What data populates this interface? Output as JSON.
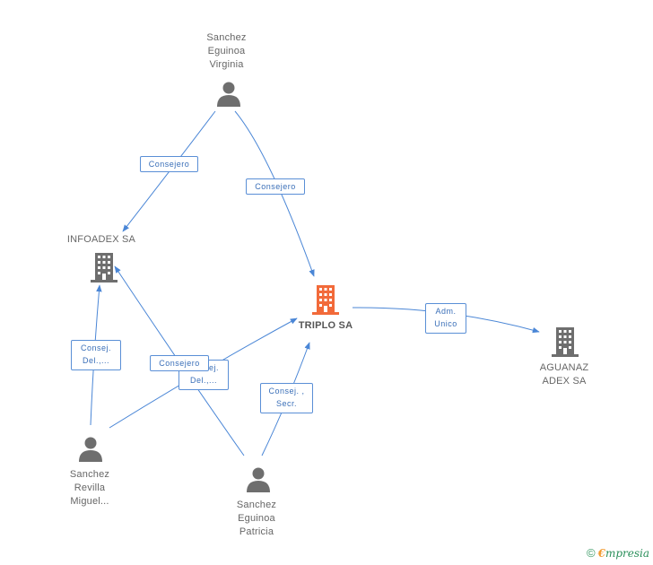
{
  "colors": {
    "edge": "#4a86d6",
    "person_icon": "#6e6e6e",
    "building_icon": "#6e6e6e",
    "main_building_icon": "#f26a3a"
  },
  "nodes": {
    "sanchez_eguinoa_virginia": {
      "label": "Sanchez\nEguinoa\nVirginia",
      "icon": "person-icon"
    },
    "infoadex_sa": {
      "label": "INFOADEX SA",
      "icon": "building-icon"
    },
    "triplo_sa": {
      "label": "TRIPLO SA",
      "icon": "building-icon"
    },
    "aguanaz_adex_sa": {
      "label": "AGUANAZ\nADEX SA",
      "icon": "building-icon"
    },
    "sanchez_revilla_miguel": {
      "label": "Sanchez\nRevilla\nMiguel...",
      "icon": "person-icon"
    },
    "sanchez_eguinoa_patricia": {
      "label": "Sanchez\nEguinoa\nPatricia",
      "icon": "person-icon"
    }
  },
  "edges": {
    "virginia_infoadex": "Consejero",
    "virginia_triplo": "Consejero",
    "triplo_aguanaz": "Adm.\nUnico",
    "miguel_infoadex": "Consej.\nDel.,...",
    "miguel_triplo": "Consej.\nDel.,...",
    "patricia_infoadex": "Consejero",
    "patricia_triplo": "Consej. ,\nSecr."
  },
  "footer": {
    "copyright": "©",
    "brand_initial": "€",
    "brand_rest": "mpresia"
  }
}
